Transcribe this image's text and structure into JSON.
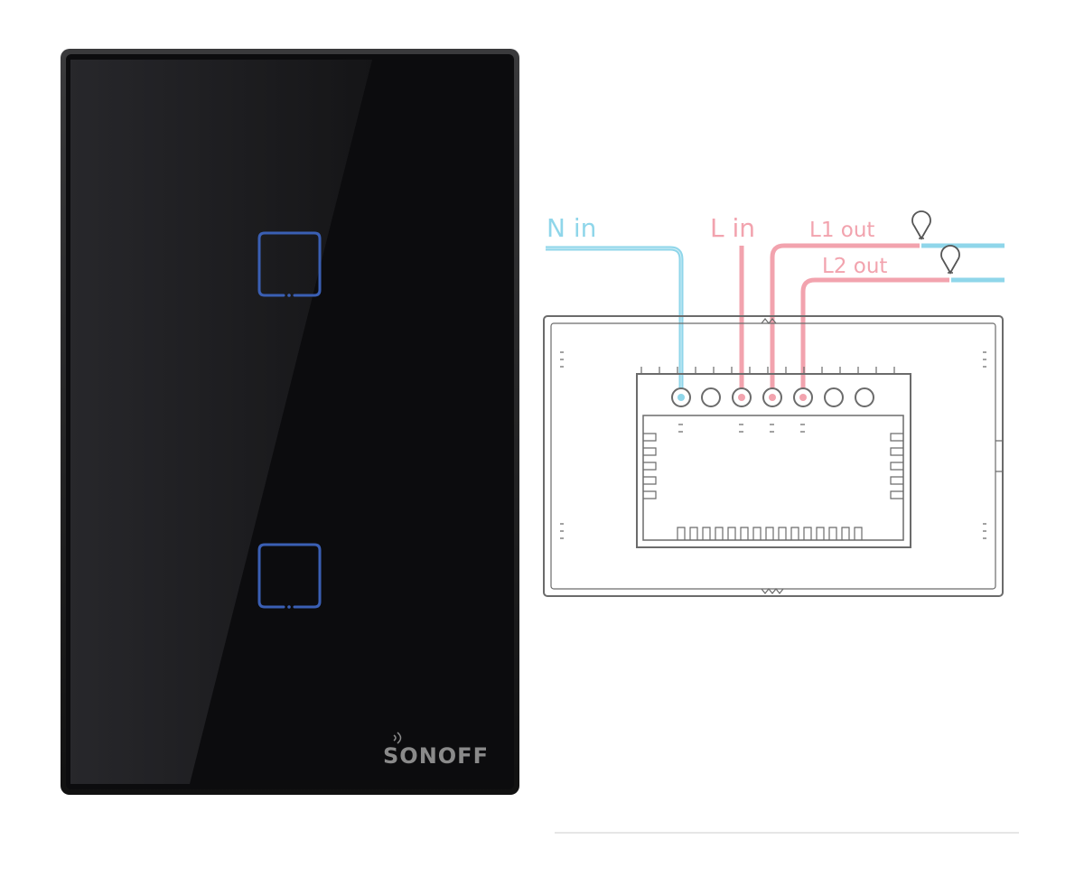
{
  "product": {
    "brand_logo": "SONOFF",
    "touch_buttons": [
      {
        "id": "button-1",
        "state": "off"
      },
      {
        "id": "button-2",
        "state": "off"
      }
    ]
  },
  "wiring_diagram": {
    "labels": {
      "n_in": "N in",
      "l_in": "L in",
      "l1_out": "L1 out",
      "l2_out": "L2 out"
    },
    "terminal_count": 7
  },
  "colors": {
    "neutral_wire": "#8fd6ea",
    "live_wire": "#f2a3ae",
    "glass_panel": "#0b0b0d",
    "button_led": "#3a5fb4",
    "outline": "#6b6b6b"
  }
}
